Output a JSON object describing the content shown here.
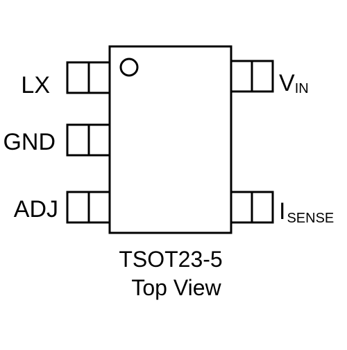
{
  "package": {
    "name": "TSOT23-5",
    "view": "Top View"
  },
  "pins": {
    "left": [
      {
        "label": "LX"
      },
      {
        "label": "GND"
      },
      {
        "label": "ADJ"
      }
    ],
    "right": [
      {
        "label_main": "V",
        "label_sub": "IN"
      },
      {
        "label_main": "I",
        "label_sub": "SENSE"
      }
    ]
  },
  "pin1_marker": "circle",
  "colors": {
    "line": "#000000",
    "background": "#ffffff"
  }
}
